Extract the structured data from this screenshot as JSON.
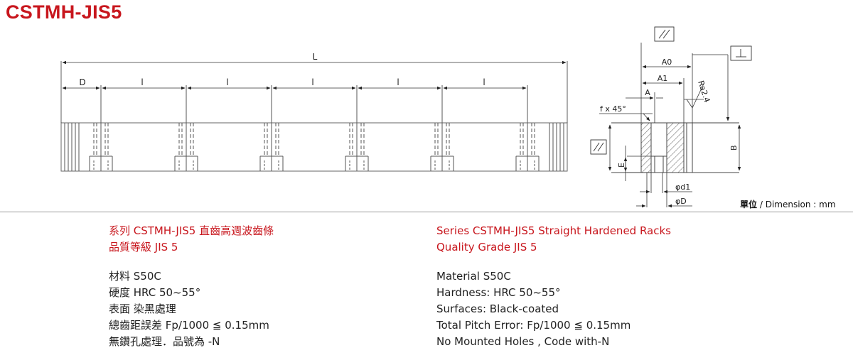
{
  "title": "CSTMH-JIS5",
  "drawing": {
    "labels": {
      "L": "L",
      "D": "D",
      "pitch": "l",
      "A0": "A0",
      "A1": "A1",
      "A": "A",
      "Ra": "Ra2.4",
      "chamfer": "f x 45°",
      "B": "B",
      "E": "E",
      "d1": "φd1",
      "Dhole": "φD"
    },
    "unit": {
      "zh": "單位",
      "en": "/ Dimension : mm"
    }
  },
  "spec_zh": {
    "line1": "系列 CSTMH-JIS5  直齒高週波齒條",
    "line2": "品質等級 JIS 5",
    "material": "材料 S50C",
    "hardness": "硬度 HRC 50~55°",
    "surface": "表面 染黑處理",
    "pitch_error": "總齒距誤差 Fp/1000 ≦ 0.15mm",
    "holes": "無鑽孔處理．品號為 -N"
  },
  "spec_en": {
    "line1": "Series CSTMH-JIS5  Straight Hardened Racks",
    "line2": "Quality Grade JIS 5",
    "material": "Material S50C",
    "hardness": "Hardness: HRC 50~55°",
    "surface": "Surfaces: Black-coated",
    "pitch_error": "Total Pitch Error: Fp/1000 ≦ 0.15mm",
    "holes": "No Mounted Holes , Code with-N"
  }
}
